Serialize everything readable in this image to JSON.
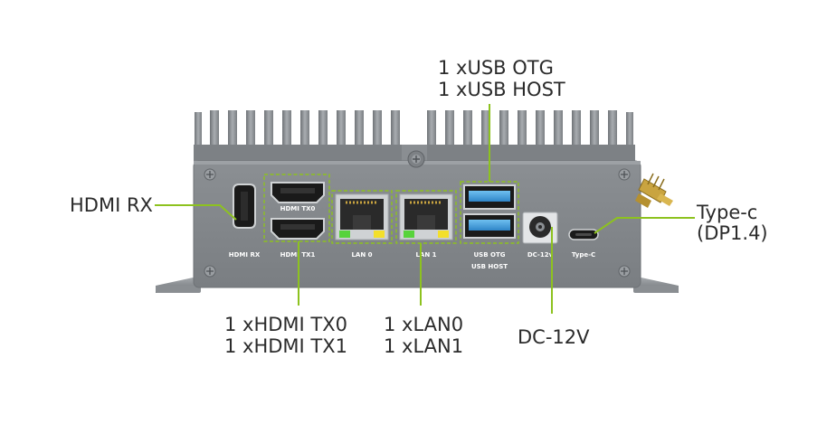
{
  "port_labels": {
    "hdmi_rx": "HDMI RX",
    "hdmi_tx0": "HDMI TX0",
    "hdmi_tx1": "HDMI TX1",
    "lan0": "LAN 0",
    "lan1": "LAN 1",
    "usb_otg": "USB OTG",
    "usb_host": "USB HOST",
    "dc_12v": "DC-12v",
    "type_c": "Type-C"
  },
  "callouts": {
    "usb": [
      "1 xUSB OTG",
      "1 xUSB HOST"
    ],
    "hdmi_rx": "HDMI RX",
    "type_c": [
      "Type-c",
      "(DP1.4)"
    ],
    "hdmi_tx": [
      "1 xHDMI TX0",
      "1 xHDMI TX1"
    ],
    "lan": [
      "1 xLAN0",
      "1 xLAN1"
    ],
    "dc": "DC-12V"
  },
  "colors": {
    "accent": "#8dc21f",
    "chassis": "#8e9296",
    "panel": "#7f8387",
    "antenna": "#c9a440",
    "led_green": "#57d33b",
    "led_yellow": "#f3df2a",
    "usb_blue": "#4aa3df"
  }
}
